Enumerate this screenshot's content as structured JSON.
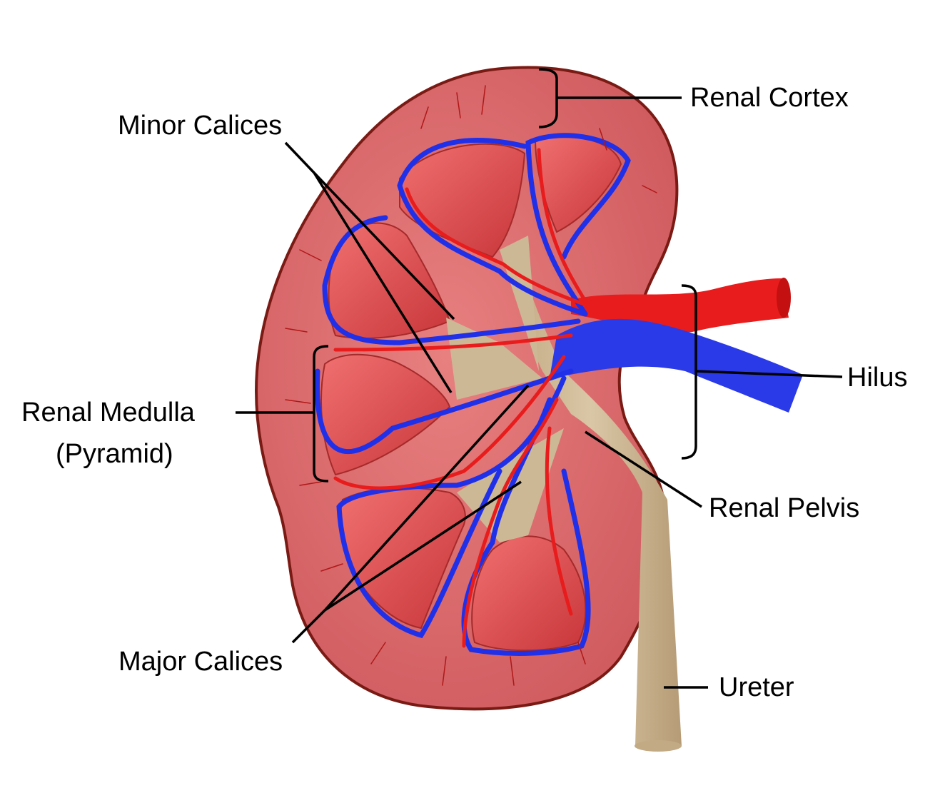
{
  "labels": {
    "renal_cortex": "Renal Cortex",
    "minor_calices": "Minor Calices",
    "hilus": "Hilus",
    "renal_medulla": "Renal Medulla",
    "renal_medulla_sub": "(Pyramid)",
    "renal_pelvis": "Renal Pelvis",
    "major_calices": "Major Calices",
    "ureter": "Ureter"
  },
  "colors": {
    "cortex": "#d9666a",
    "outline": "#7a1a14",
    "pyramid": "#e0484c",
    "artery": "#e81c1c",
    "vein": "#2030e8",
    "pelvis": "#cdb896"
  }
}
